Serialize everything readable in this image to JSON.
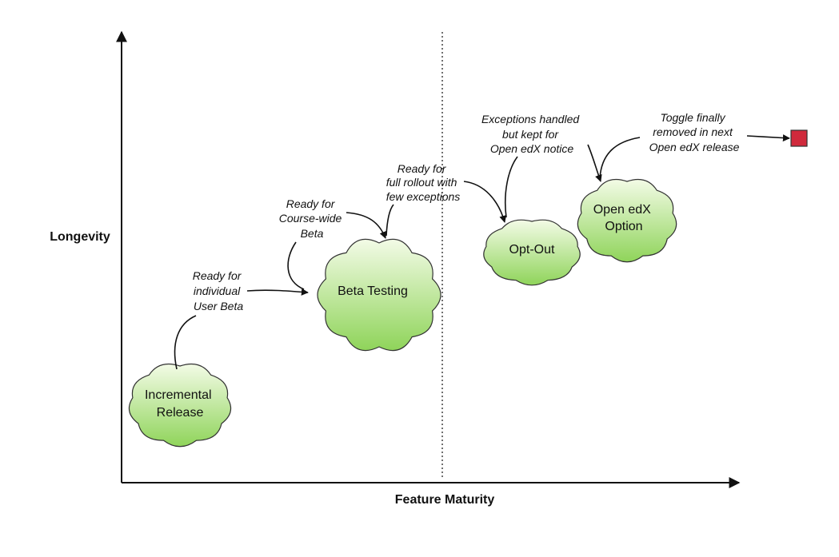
{
  "axes": {
    "x_label": "Feature Maturity",
    "y_label": "Longevity"
  },
  "stages": [
    {
      "id": "incremental-release",
      "lines": [
        "Incremental",
        "Release"
      ]
    },
    {
      "id": "beta-testing",
      "lines": [
        "Beta Testing"
      ]
    },
    {
      "id": "opt-out",
      "lines": [
        "Opt-Out"
      ]
    },
    {
      "id": "open-edx-option",
      "lines": [
        "Open edX",
        "Option"
      ]
    }
  ],
  "transitions": [
    {
      "id": "user-beta",
      "lines": [
        "Ready for",
        "individual",
        "User Beta"
      ]
    },
    {
      "id": "course-beta",
      "lines": [
        "Ready for",
        "Course-wide",
        "Beta"
      ]
    },
    {
      "id": "full-rollout",
      "lines": [
        "Ready for",
        "full rollout with",
        "few exceptions"
      ]
    },
    {
      "id": "exceptions-handled",
      "lines": [
        "Exceptions handled",
        "but kept for",
        "Open edX notice"
      ]
    },
    {
      "id": "toggle-removed",
      "lines": [
        "Toggle finally",
        "removed in next",
        "Open edX release"
      ]
    }
  ],
  "colors": {
    "cloud_top": "#f3fbe6",
    "cloud_bottom": "#8fd45a",
    "cloud_stroke": "#333333",
    "end_marker_fill": "#d02a3c",
    "line": "#111111"
  }
}
